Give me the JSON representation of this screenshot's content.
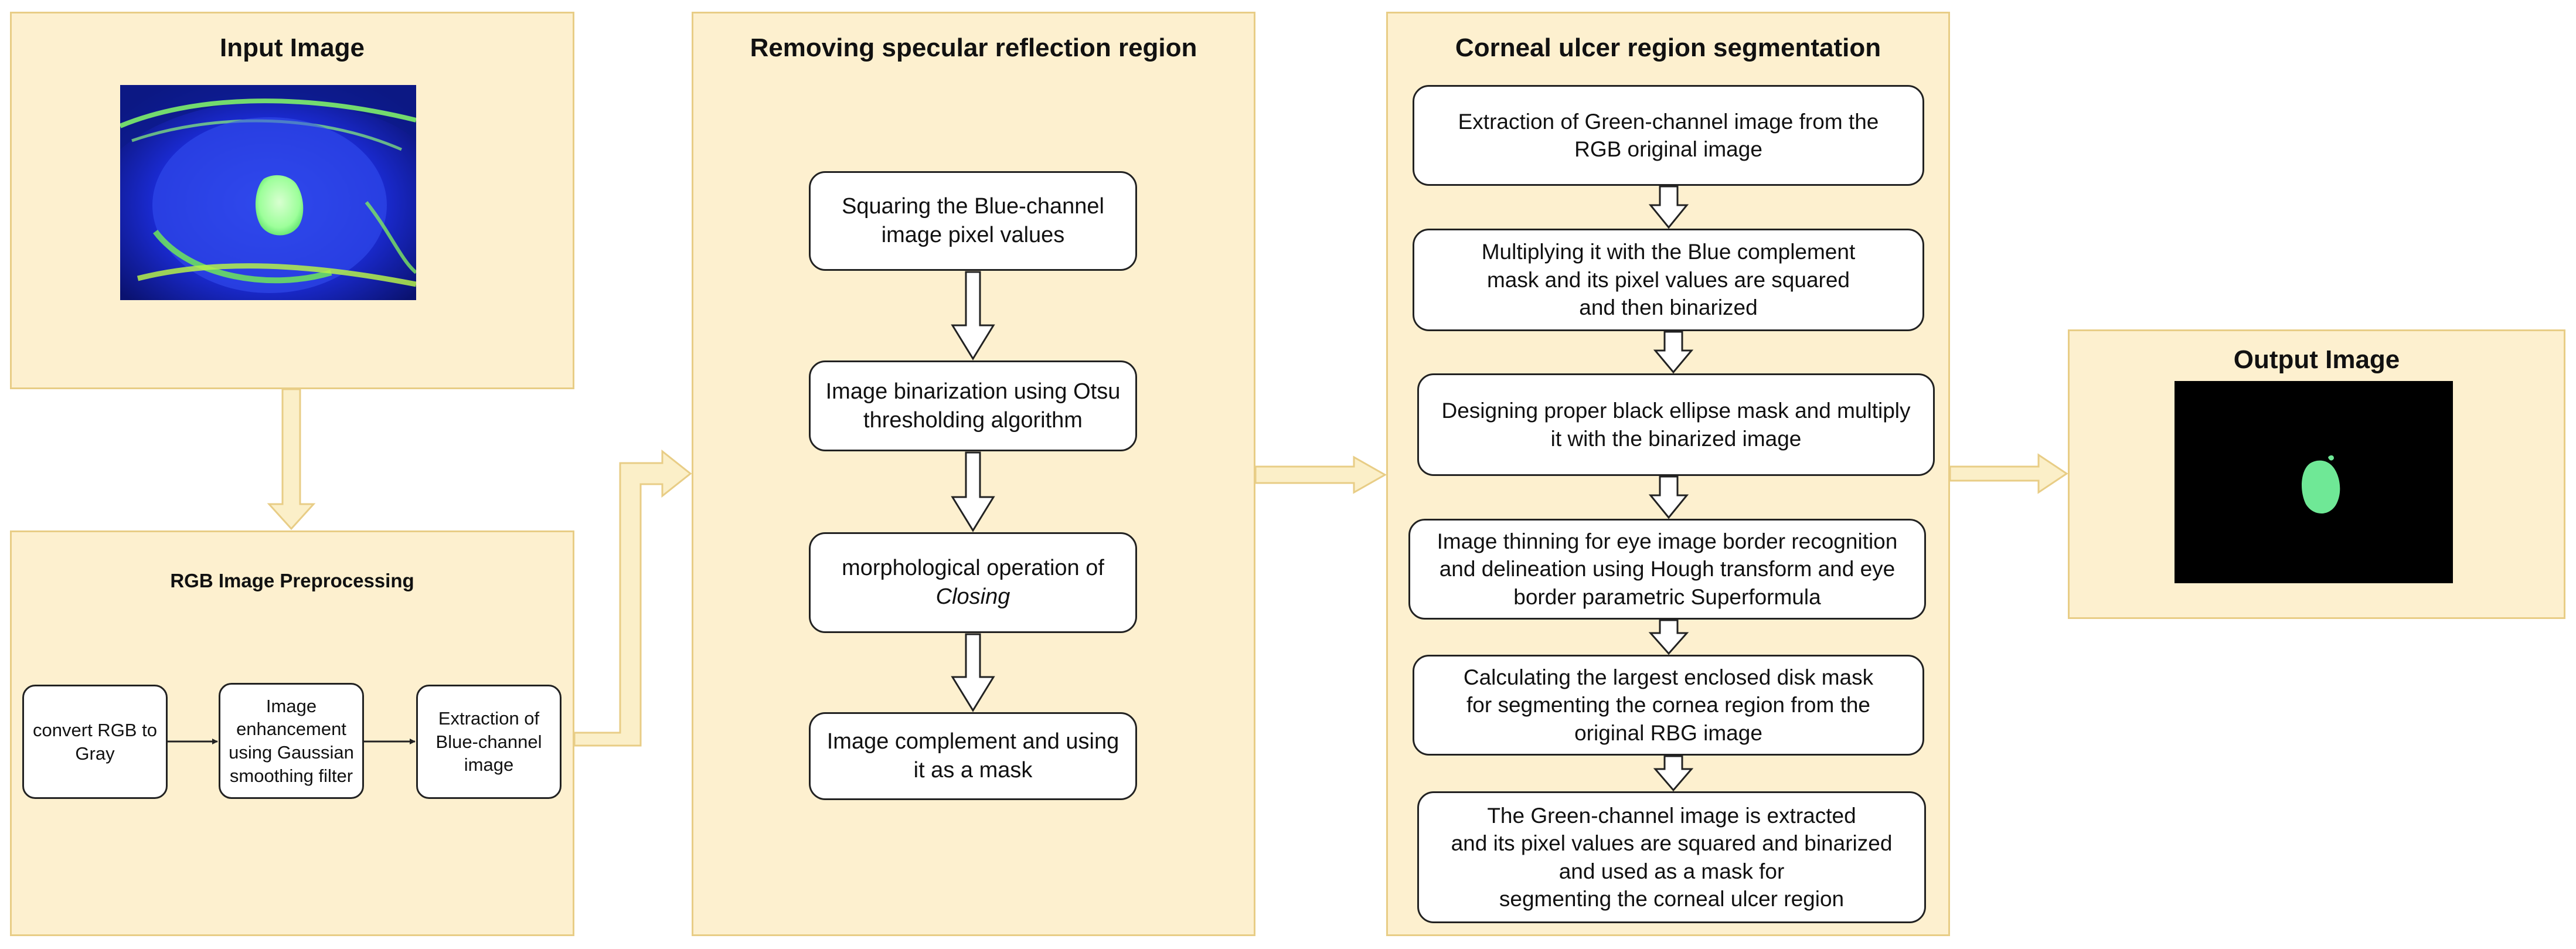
{
  "colors": {
    "panel_fill": "#fdf0cf",
    "panel_border": "#e8cd86",
    "connector": "#f6e1a6",
    "box_border": "#222222",
    "eye_background": "#1a2ad0",
    "fluorescein": "#9dff9a",
    "mask_background": "#000000"
  },
  "input_panel": {
    "title": "Input Image",
    "image_label": "fluorescein-stained eye image"
  },
  "preprocessing_panel": {
    "title": "RGB Image Preprocessing",
    "steps": [
      "convert RGB to\nGray",
      "Image\nenhancement\nusing Gaussian\nsmoothing filter",
      "Extraction of\nBlue-channel\nimage"
    ]
  },
  "specular_panel": {
    "title": "Removing specular reflection region",
    "steps": [
      "Squaring the Blue-channel\nimage pixel values",
      "Image binarization using Otsu\nthresholding algorithm",
      "morphological operation of",
      "Image complement and using\nit as a mask"
    ],
    "closing_word": "Closing"
  },
  "segmentation_panel": {
    "title": "Corneal ulcer region segmentation",
    "steps": [
      "Extraction of Green-channel image from  the\nRGB original image",
      "Multiplying it with the Blue complement\nmask and its pixel values are squared\nand then binarized",
      "Designing proper black ellipse mask and multiply\nit with the binarized image",
      "Image thinning for eye image border recognition\nand delineation using Hough transform and eye\nborder parametric Superformula",
      "Calculating the largest enclosed disk mask\nfor segmenting the cornea region from the\noriginal RBG image",
      "The Green-channel image is extracted\nand its pixel values are squared and binarized\nand used as a mask for\nsegmenting the corneal ulcer region"
    ]
  },
  "output_panel": {
    "title": "Output Image",
    "image_label": "segmented ulcer mask"
  }
}
